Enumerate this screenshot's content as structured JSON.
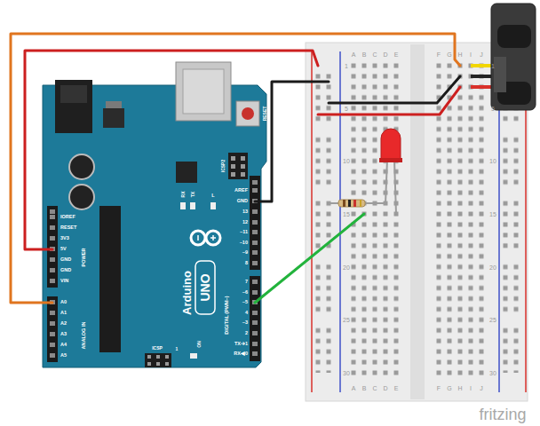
{
  "diagram": {
    "labels": [
      "RESET",
      "ICSP2",
      "AREF",
      "GND",
      "13",
      "12",
      "~11",
      "~10",
      "~9",
      "8",
      "7",
      "~6",
      "~5",
      "4",
      "~3",
      "2",
      "TX➔1",
      "RX◀0",
      "DIGITAL (PWM~)",
      "RX",
      "TX",
      "L",
      "Arduino",
      "UNO",
      "ON",
      "ICSP",
      "1",
      "IOREF",
      "RESET",
      "3V3",
      "5V",
      "GND",
      "GND",
      "VIN",
      "POWER",
      "A0",
      "A1",
      "A2",
      "A3",
      "A4",
      "A5",
      "ANALOG IN",
      "A",
      "B",
      "C",
      "D",
      "E",
      "F",
      "G",
      "H",
      "I",
      "J",
      "A",
      "B",
      "C",
      "D",
      "E",
      "F",
      "G",
      "H",
      "I",
      "J",
      "1",
      "5",
      "10",
      "15",
      "20",
      "25",
      "30",
      "1",
      "5",
      "10",
      "15",
      "20",
      "25",
      "30",
      "fritzing"
    ]
  }
}
